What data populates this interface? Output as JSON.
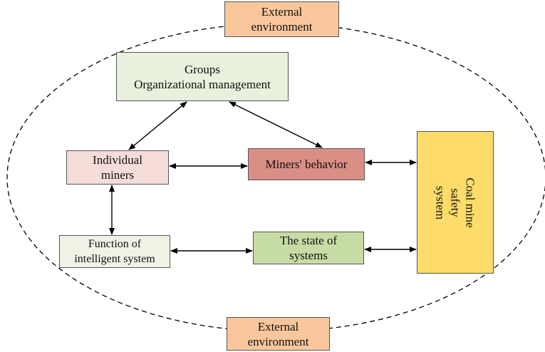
{
  "diagram": {
    "external_top": "External\nenvironment",
    "external_bottom": "External\nenvironment",
    "groups": "Groups\nOrganizational management",
    "individual": "Individual\nminers",
    "behavior": "Miners' behavior",
    "function": "Function of\nintelligent system",
    "state": "The state of\nsystems",
    "coal": "Coal mine safety\nsystem"
  },
  "colors": {
    "external": "#f9c79b",
    "groups": "#e9f0dd",
    "individual": "#f5dcd9",
    "behavior": "#d98e86",
    "function": "#eef3e6",
    "state": "#c7dca5",
    "coal": "#fddc6a"
  }
}
